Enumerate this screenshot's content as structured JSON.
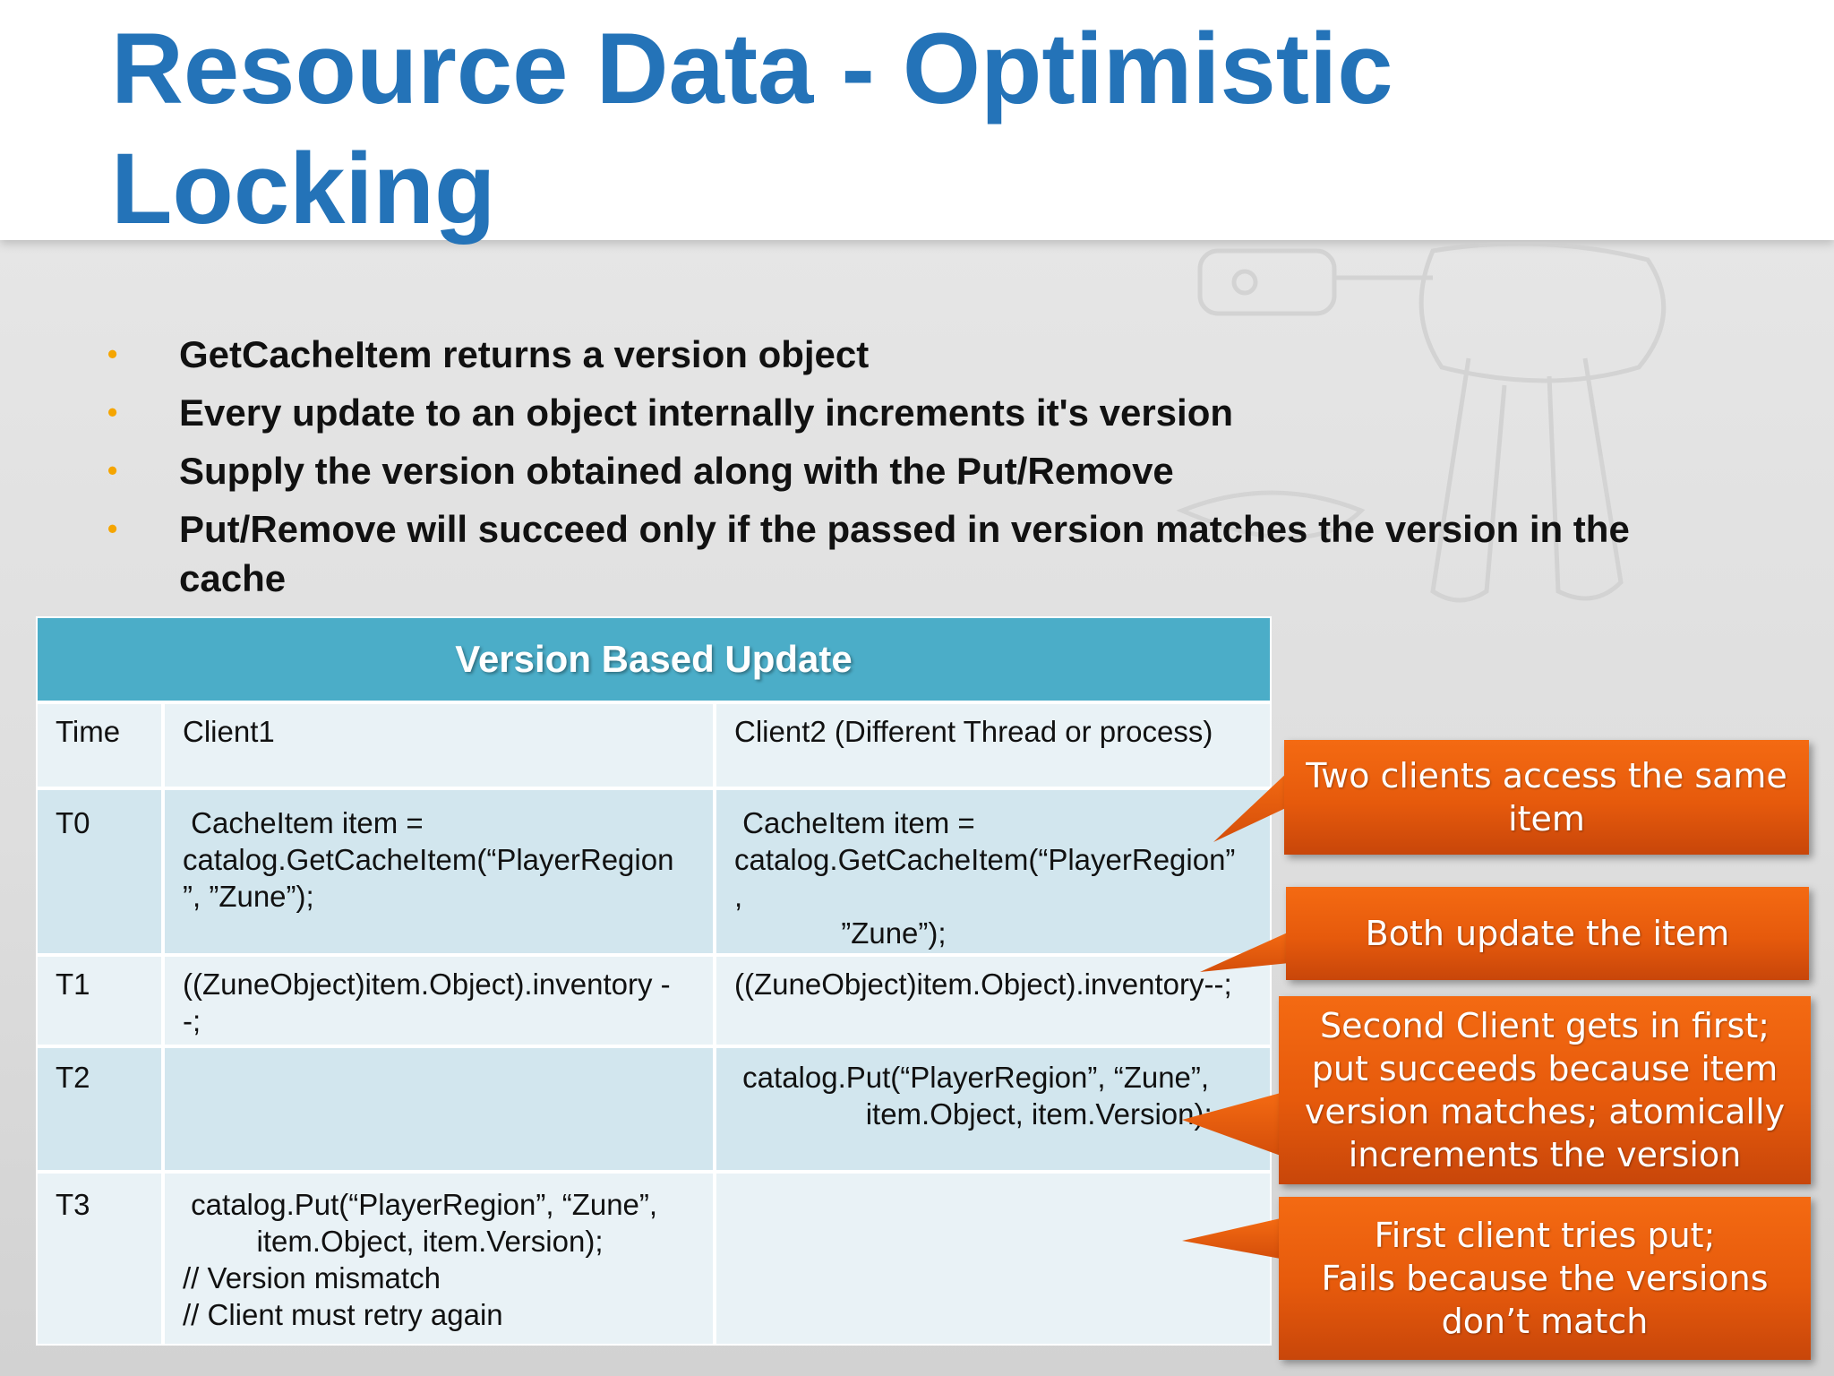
{
  "slide": {
    "title": "Resource Data - Optimistic Locking",
    "bullets": [
      "GetCacheItem returns a version object",
      "Every update to an object internally increments it's version",
      "Supply the version obtained along with the Put/Remove",
      "Put/Remove will succeed only if the passed in version matches the version in the cache"
    ]
  },
  "table": {
    "title": "Version Based Update",
    "headers": [
      "Time",
      "Client1",
      "Client2 (Different Thread or process)"
    ],
    "rows": [
      {
        "time": "T0",
        "client1": " CacheItem item =\ncatalog.GetCacheItem(“PlayerRegion\n”, ”Zune”);",
        "client2": " CacheItem item =\ncatalog.GetCacheItem(“PlayerRegion”\n,\n             ”Zune”);"
      },
      {
        "time": "T1",
        "client1": "((ZuneObject)item.Object).inventory -\n-;",
        "client2": "((ZuneObject)item.Object).inventory--;"
      },
      {
        "time": "T2",
        "client1": "",
        "client2": " catalog.Put(“PlayerRegion”, “Zune”,\n                item.Object, item.Version);"
      },
      {
        "time": "T3",
        "client1": " catalog.Put(“PlayerRegion”, “Zune”,\n         item.Object, item.Version);\n// Version mismatch\n// Client must retry again",
        "client2": ""
      }
    ]
  },
  "callouts": [
    "Two clients access the same item",
    "Both update the item",
    "Second Client gets in first; put succeeds because item version matches; atomically increments the version",
    "First client tries put;\nFails because the versions don’t match"
  ],
  "colors": {
    "title": "#2473b8",
    "bullet": "#f5a500",
    "table_header": "#4badc8",
    "callout": "#e65a0c"
  }
}
